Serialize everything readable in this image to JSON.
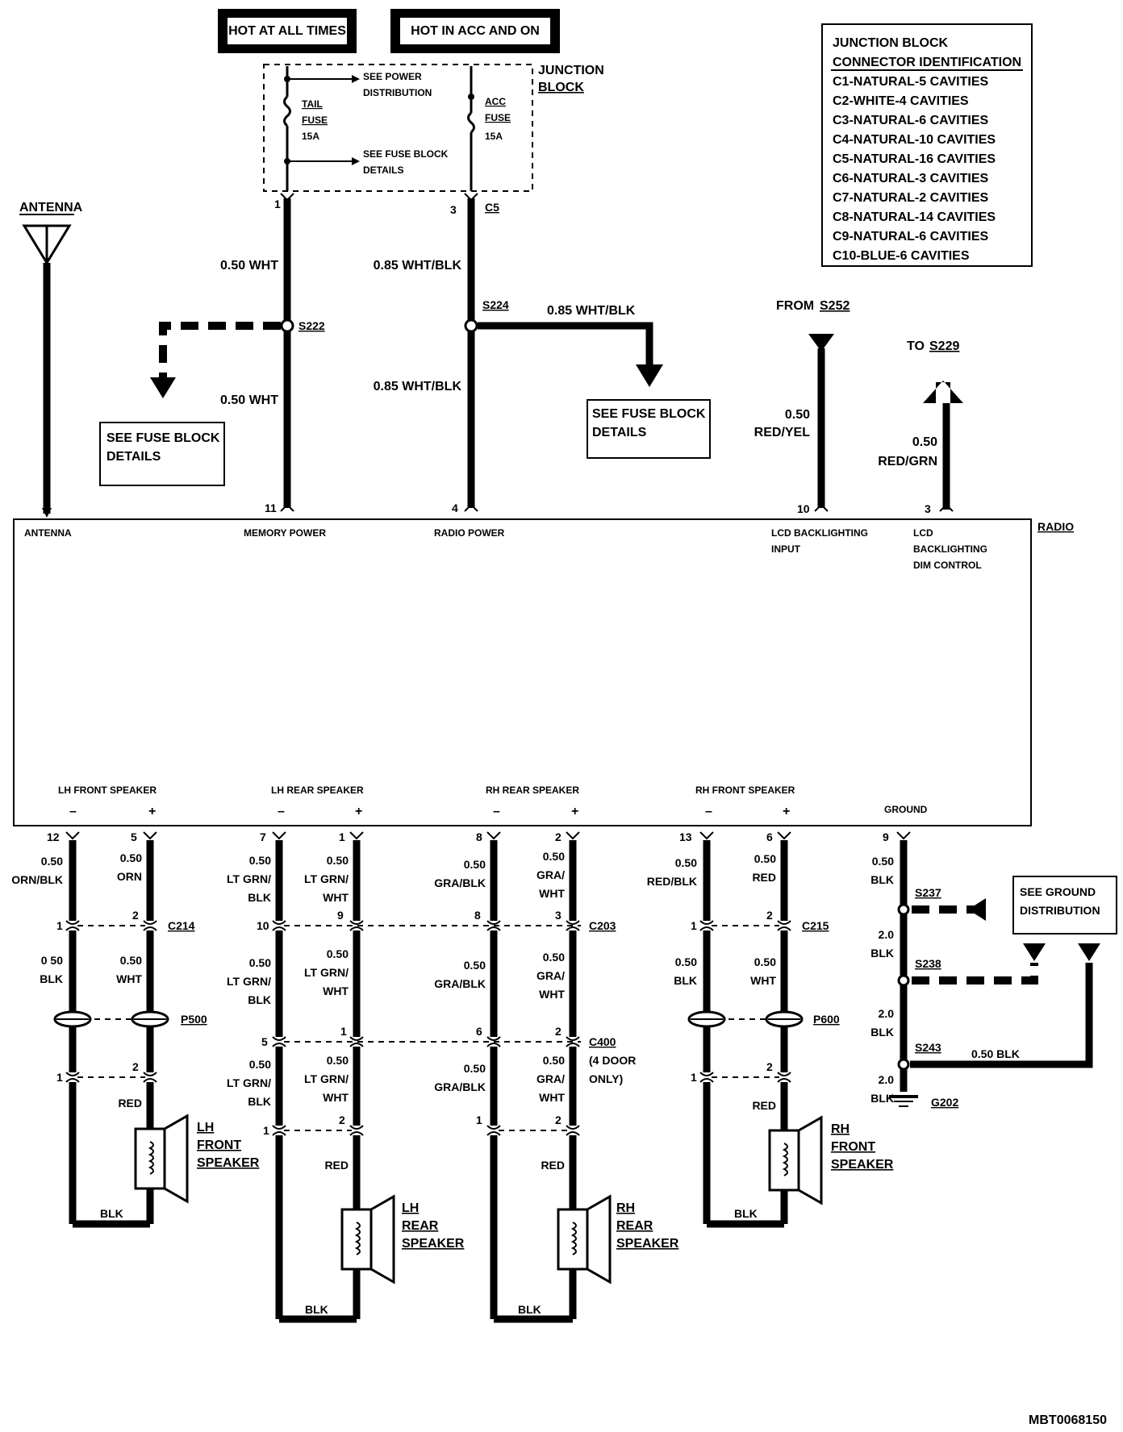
{
  "hot_at_all_times": "HOT AT ALL TIMES",
  "hot_in_acc_and_on": "HOT IN ACC AND ON",
  "junction_block": [
    "JUNCTION",
    "BLOCK"
  ],
  "see_power_distribution": [
    "SEE POWER",
    "DISTRIBUTION"
  ],
  "see_fuse_block_details_small": [
    "SEE FUSE BLOCK",
    "DETAILS"
  ],
  "tail_fuse": [
    "TAIL",
    "FUSE",
    "15A"
  ],
  "acc_fuse": [
    "ACC",
    "FUSE",
    "15A"
  ],
  "connector_table": {
    "title": [
      "JUNCTION BLOCK",
      "CONNECTOR IDENTIFICATION"
    ],
    "rows": [
      "C1-NATURAL-5 CAVITIES",
      "C2-WHITE-4 CAVITIES",
      "C3-NATURAL-6 CAVITIES",
      "C4-NATURAL-10 CAVITIES",
      "C5-NATURAL-16 CAVITIES",
      "C6-NATURAL-3 CAVITIES",
      "C7-NATURAL-2 CAVITIES",
      "C8-NATURAL-14 CAVITIES",
      "C9-NATURAL-6 CAVITIES",
      "C10-BLUE-6 CAVITIES"
    ]
  },
  "antenna": "ANTENNA",
  "pins_top": {
    "memory_top": "1",
    "radio_top": "3",
    "c5": "C5",
    "memory_bottom": "11",
    "radio_bottom": "4",
    "lcd_in": "10",
    "lcd_dim": "3"
  },
  "wires_top": {
    "memory_upper": "0.50 WHT",
    "memory_lower": "0.50 WHT",
    "radio_upper": "0.85 WHT/BLK",
    "radio_lower": "0.85 WHT/BLK",
    "s224_branch": "0.85 WHT/BLK",
    "lcd_in": [
      "0.50",
      "RED/YEL"
    ],
    "lcd_dim": [
      "0.50",
      "RED/GRN"
    ]
  },
  "splices_top": {
    "s222": "S222",
    "s224": "S224"
  },
  "see_fuse_block_details": [
    "SEE FUSE BLOCK",
    "DETAILS"
  ],
  "from_s252": [
    "FROM",
    "S252"
  ],
  "to_s229": [
    "TO",
    "S229"
  ],
  "radio": {
    "name": "RADIO",
    "antenna": "ANTENNA",
    "memory_power": "MEMORY POWER",
    "radio_power": "RADIO POWER",
    "lcd_input": [
      "LCD BACKLIGHTING",
      "INPUT"
    ],
    "lcd_dim": [
      "LCD",
      "BACKLIGHTING",
      "DIM CONTROL"
    ],
    "lh_front": "LH FRONT SPEAKER",
    "lh_rear": "LH REAR SPEAKER",
    "rh_rear": "RH REAR SPEAKER",
    "rh_front": "RH FRONT SPEAKER",
    "ground": "GROUND",
    "minus": "–",
    "plus": "+"
  },
  "pins_bottom": {
    "lhf_minus": "12",
    "lhf_plus": "5",
    "lhr_minus": "7",
    "lhr_plus": "1",
    "rhr_minus": "8",
    "rhr_plus": "2",
    "rhf_minus": "13",
    "rhf_plus": "6",
    "ground": "9"
  },
  "wires_bottom": {
    "lhf_minus_1": [
      "0.50",
      "ORN/BLK"
    ],
    "lhf_plus_1": [
      "0.50",
      "ORN"
    ],
    "lhf_minus_2": [
      "0 50",
      "BLK"
    ],
    "lhf_plus_2": [
      "0.50",
      "WHT"
    ],
    "lhf_red": "RED",
    "lhf_blk": "BLK",
    "lhr_minus": [
      "0.50",
      "LT GRN/",
      "BLK"
    ],
    "lhr_plus": [
      "0.50",
      "LT GRN/",
      "WHT"
    ],
    "lhr_red": "RED",
    "lhr_blk": "BLK",
    "rhr_minus": [
      "0.50",
      "GRA/BLK"
    ],
    "rhr_plus": [
      "0.50",
      "GRA/",
      "WHT"
    ],
    "rhr_red": "RED",
    "rhr_blk": "BLK",
    "rhf_minus_1": [
      "0.50",
      "RED/BLK"
    ],
    "rhf_plus_1": [
      "0.50",
      "RED"
    ],
    "rhf_minus_2": [
      "0.50",
      "BLK"
    ],
    "rhf_plus_2": [
      "0.50",
      "WHT"
    ],
    "rhf_red": "RED",
    "rhf_blk": "BLK",
    "gnd_1": [
      "0.50",
      "BLK"
    ],
    "gnd_2": [
      "2.0",
      "BLK"
    ],
    "gnd_3": [
      "2.0",
      "BLK"
    ],
    "gnd_4": [
      "2.0",
      "BLK"
    ],
    "s243_branch": "0.50 BLK"
  },
  "connectors": {
    "c214": "C214",
    "p500": "P500",
    "c203": "C203",
    "c400": [
      "C400",
      "(4 DOOR",
      "ONLY)"
    ],
    "c215": "C215",
    "p600": "P600",
    "c214_pins": [
      "1",
      "2"
    ],
    "p500_pins": [
      "1",
      "2"
    ],
    "c203_pins": [
      "10",
      "9",
      "8",
      "3"
    ],
    "c400_pins": [
      "5",
      "1",
      "6",
      "2"
    ],
    "lower_pins": [
      "1",
      "2",
      "1",
      "2"
    ],
    "c215_pins": [
      "1",
      "2"
    ],
    "p600_pins": [
      "1",
      "2"
    ]
  },
  "splices_bottom": {
    "s237": "S237",
    "s238": "S238",
    "s243": "S243",
    "g202": "G202"
  },
  "see_ground_distribution": [
    "SEE GROUND",
    "DISTRIBUTION"
  ],
  "speakers": {
    "lh_front": [
      "LH",
      "FRONT",
      "SPEAKER"
    ],
    "lh_rear": [
      "LH",
      "REAR",
      "SPEAKER"
    ],
    "rh_rear": [
      "RH",
      "REAR",
      "SPEAKER"
    ],
    "rh_front": [
      "RH",
      "FRONT",
      "SPEAKER"
    ]
  },
  "figure_id": "MBT0068150"
}
